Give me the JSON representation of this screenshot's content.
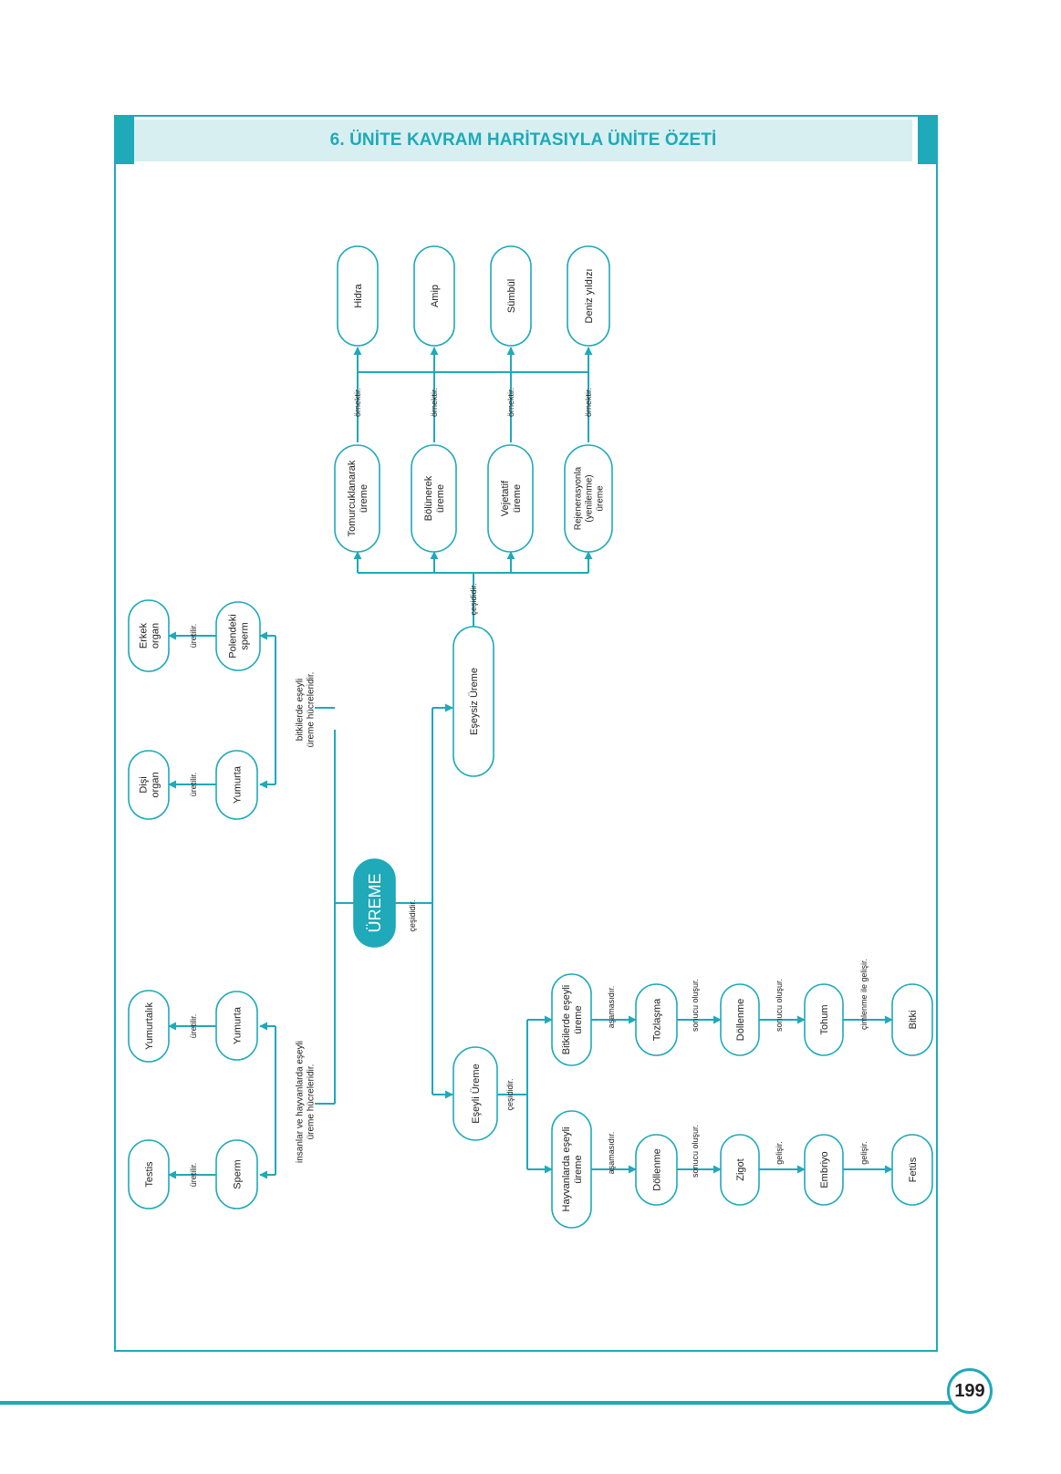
{
  "header": {
    "title": "6. ÜNİTE KAVRAM HARİTASIYLA ÜNİTE ÖZETİ"
  },
  "page_number": "199",
  "nodes": {
    "ureme": "ÜREME",
    "eseysiz": "Eşeysiz Üreme",
    "eseyli": "Eşeyli Üreme",
    "tomurcuk": "Tomurcuklanarak|üreme",
    "bolunerek": "Bölünerek|üreme",
    "vejetatif": "Vejetatif|üreme",
    "rejenerasyon": "Rejenerasyonla|(yenilenme)|üreme",
    "hidra": "Hidra",
    "amip": "Amip",
    "sumbul": "Sümbül",
    "denizyildizi": "Deniz yıldızı",
    "bitki_eseyli": "Bitkilerde eşeyli|üreme",
    "hayvan_eseyli": "Hayvanlarda eşeyli|üreme",
    "tozlasma": "Tozlaşma",
    "dollenme_b": "Döllenme",
    "tohum": "Tohum",
    "bitki": "Bitki",
    "dollenme_h": "Döllenme",
    "zigot": "Zigot",
    "embriyo": "Embriyo",
    "fetus": "Fetüs",
    "polen_sperm": "Polendeki|sperm",
    "yumurta_b": "Yumurta",
    "erkek_organ": "Erkek|organ",
    "disi_organ": "Dişi|organ",
    "yumurta_h": "Yumurta",
    "sperm_h": "Sperm",
    "yumurtalik": "Yumurtalık",
    "testis": "Testis"
  },
  "links": {
    "cesididir": "çeşididir.",
    "orneklir": "örnektir.",
    "uretilir": "üretilir.",
    "asamasidir": "aşamasıdır.",
    "sonucu": "sonucu oluşur.",
    "cimlenme": "çimlenme ile gelişir.",
    "gelisir": "gelişir.",
    "bitki_hucre": "bitkilerde eşeyli|üreme hücreleridir.",
    "insan_hucre": "insanlar ve hayvanlarda eşeyli|üreme hücreleridir."
  },
  "colors": {
    "accent": "#1fa9b9",
    "title_bg": "#d7eff1",
    "text": "#222222"
  }
}
